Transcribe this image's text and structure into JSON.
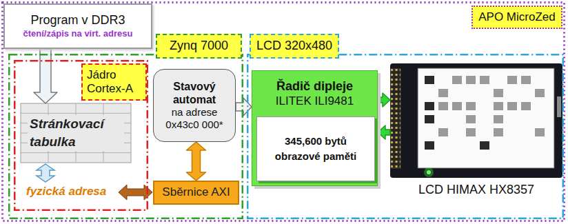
{
  "diagram": {
    "nodes": [
      {
        "text": [
          "APO MicroZed"
        ]
      },
      {
        "text": [
          "Program v DDR3",
          "čtení/zápis na virt. adresu"
        ],
        "in": 0
      },
      {
        "text": [
          "Zynq 7000"
        ],
        "in": 0
      },
      {
        "text": [
          "Jádro Cortex-A"
        ],
        "in": 2
      },
      {
        "text": [
          "Stránkovací tabulka"
        ],
        "in": 3
      },
      {
        "text": [
          "Stavový automat",
          "na adrese 0x43c0 000*"
        ],
        "in": 2
      },
      {
        "text": [
          "Sběrnice AXI"
        ],
        "in": 2
      },
      {
        "text": [
          "LCD 320x480"
        ],
        "in": 0
      },
      {
        "text": [
          "Řadič dipleje",
          "ILITEK ILI9481"
        ],
        "in": 7
      },
      {
        "text": [
          "345,600 bytů obrazové paměti"
        ],
        "in": 8
      },
      {
        "text": [
          "LCD HIMAX HX8357"
        ],
        "in": 7
      }
    ],
    "edges": [
      {
        "from": 1,
        "to": 4,
        "arrow": "to"
      },
      {
        "from": 5,
        "to": 8,
        "arrow": "to"
      },
      {
        "from": 5,
        "to": 6,
        "arrow": "both"
      },
      {
        "from": 8,
        "to": 10,
        "arrow": "to"
      },
      {
        "from": 10,
        "to": 8,
        "arrow": "to"
      }
    ],
    "labels": [
      "fyzická adresa"
    ]
  }
}
